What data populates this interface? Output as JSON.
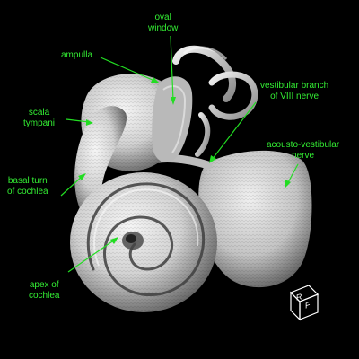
{
  "colors": {
    "background": "#000000",
    "label": "#33ee33",
    "leader": "#22dd22",
    "structure_light": "#f2f2f2",
    "structure_mid": "#c8c8c8",
    "structure_dark": "#5a5a5a"
  },
  "labels": {
    "oval_window": [
      "oval",
      "window"
    ],
    "ampulla": [
      "ampulla"
    ],
    "scala_tympani": [
      "scala",
      "tympani"
    ],
    "vestibular_branch": [
      "vestibular branch",
      "of VIII nerve"
    ],
    "acousto_vestibular": [
      "acousto-vestibular",
      "nerve"
    ],
    "basal_turn": [
      "basal turn",
      "of cochlea"
    ],
    "apex": [
      "apex of",
      "cochlea"
    ]
  },
  "orientation_cube": {
    "top": "R",
    "side": "F"
  }
}
